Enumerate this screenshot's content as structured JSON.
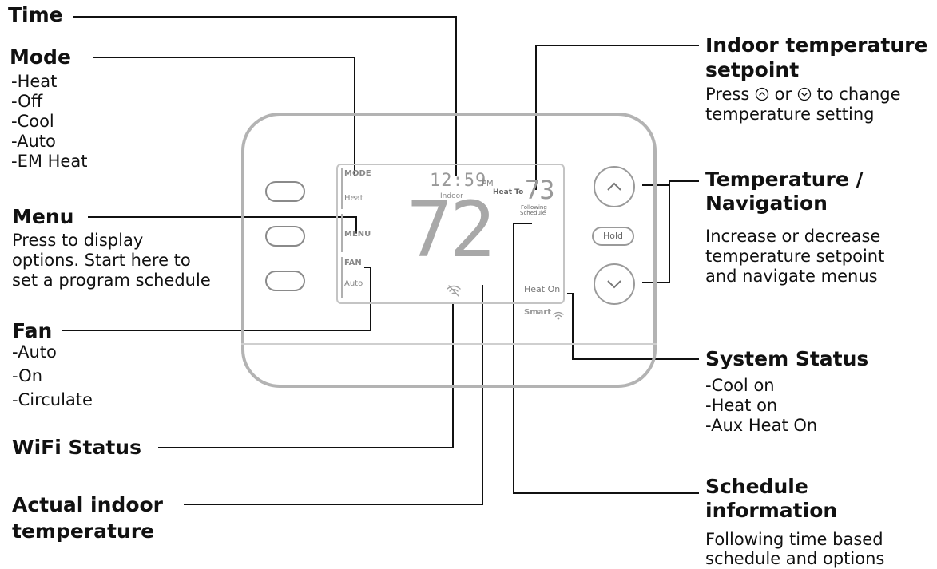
{
  "callouts": {
    "time": {
      "title": "Time"
    },
    "mode": {
      "title": "Mode",
      "items": [
        "-Heat",
        "-Off",
        "-Cool",
        "-Auto",
        "-EM Heat"
      ]
    },
    "menu": {
      "title": "Menu",
      "lines": [
        "Press to display",
        "options. Start here to",
        "set a program schedule"
      ]
    },
    "fan": {
      "title": "Fan",
      "items": [
        "-Auto",
        "-On",
        "-Circulate"
      ]
    },
    "wifi": {
      "title": "WiFi Status"
    },
    "actual": {
      "title_lines": [
        "Actual indoor",
        "temperature"
      ]
    },
    "setpoint": {
      "title_lines": [
        "Indoor temperature",
        "setpoint"
      ],
      "press": "Press",
      "or": "or",
      "change": "to change",
      "line2": "temperature setting"
    },
    "navigation": {
      "title_lines": [
        "Temperature /",
        "Navigation"
      ],
      "lines": [
        "Increase or decrease",
        "temperature setpoint",
        "and navigate menus"
      ]
    },
    "status": {
      "title": "System Status",
      "items": [
        "-Cool on",
        "-Heat on",
        "-Aux Heat On"
      ]
    },
    "schedule": {
      "title_lines": [
        "Schedule",
        "information"
      ],
      "lines": [
        "Following time based",
        "schedule and options"
      ]
    }
  },
  "thermostat": {
    "mode_label": "MODE",
    "mode_value": "Heat",
    "menu_label": "MENU",
    "fan_label": "FAN",
    "fan_value": "Auto",
    "time": "12:59",
    "ampm": "PM",
    "indoor_label": "Indoor",
    "indoor_temp": "72",
    "heat_to_label": "Heat To",
    "setpoint": "73",
    "following": "Following",
    "schedule": "Schedule",
    "status": "Heat On",
    "smart": "Smart",
    "hold": "Hold"
  },
  "icons": {
    "up": "chevron-up-icon",
    "down": "chevron-down-icon",
    "wifi_off": "wifi-off-icon",
    "wifi": "wifi-icon"
  }
}
